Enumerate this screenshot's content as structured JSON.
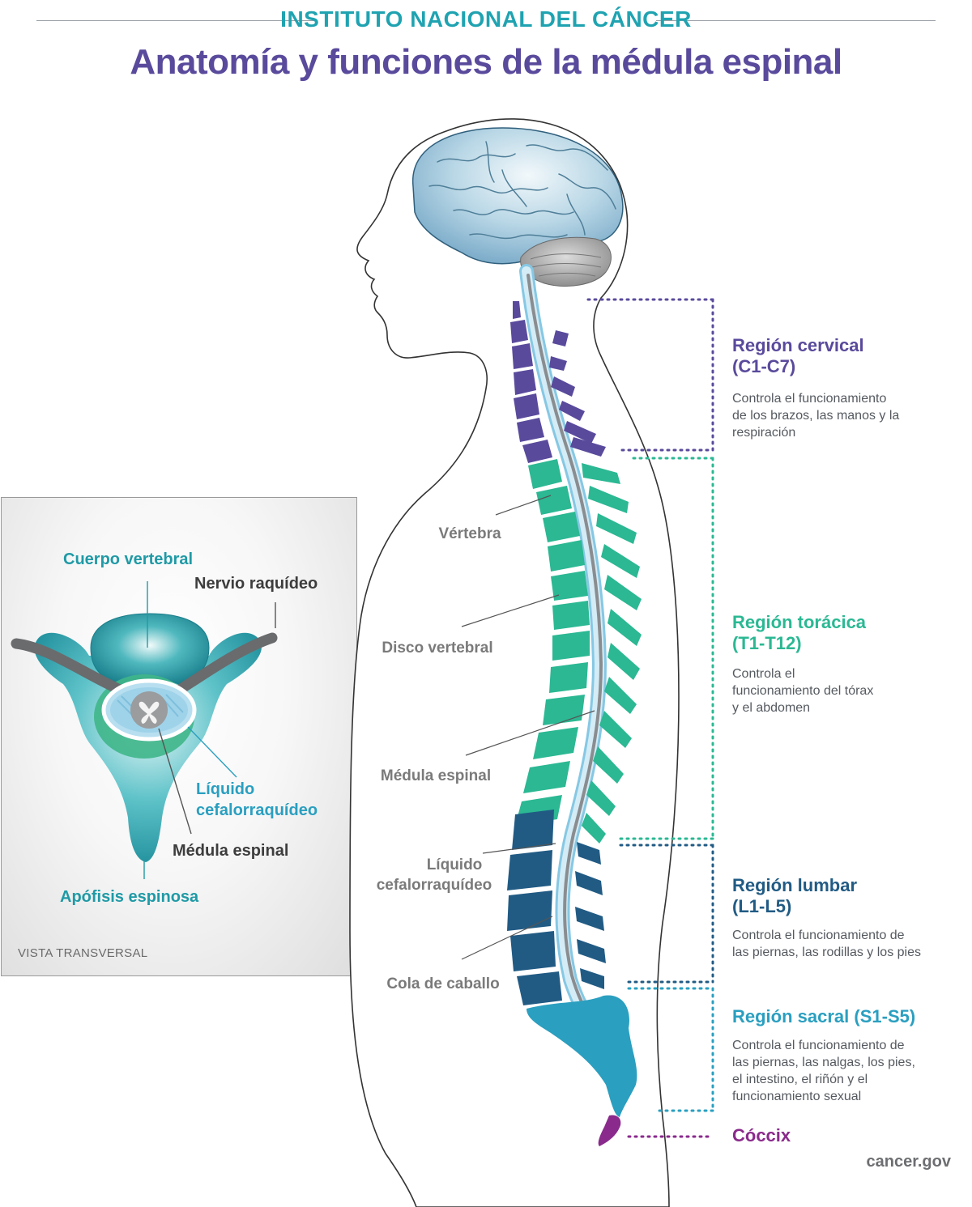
{
  "header": {
    "organization": "INSTITUTO NACIONAL DEL CÁNCER",
    "title": "Anatomía y funciones de la médula espinal"
  },
  "colors": {
    "teal_header": "#1fa3b1",
    "purple_title": "#5a4a9c",
    "cervical": "#5a4a9c",
    "thoracic": "#2bb893",
    "lumbar": "#215b84",
    "sacral": "#2a9fc0",
    "coccyx": "#8a2a8c"
  },
  "spine_labels": {
    "vertebra": "Vértebra",
    "disc": "Disco vertebral",
    "cord": "Médula espinal",
    "csf_line1": "Líquido",
    "csf_line2": "cefalorraquídeo",
    "cauda": "Cola de caballo"
  },
  "regions": {
    "cervical": {
      "title_line1": "Región cervical",
      "title_line2": "(C1-C7)",
      "desc_line1": "Controla el funcionamiento",
      "desc_line2": "de los brazos, las manos y la",
      "desc_line3": "respiración"
    },
    "thoracic": {
      "title_line1": "Región torácica",
      "title_line2": "(T1-T12)",
      "desc_line1": "Controla el",
      "desc_line2": "funcionamiento del tórax",
      "desc_line3": "y el abdomen"
    },
    "lumbar": {
      "title_line1": "Región lumbar",
      "title_line2": "(L1-L5)",
      "desc_line1": "Controla el funcionamiento de",
      "desc_line2": "las piernas, las rodillas y los pies"
    },
    "sacral": {
      "title": "Región sacral (S1-S5)",
      "desc_line1": "Controla el funcionamiento de",
      "desc_line2": "las piernas, las nalgas, los pies,",
      "desc_line3": "el intestino, el riñón y el",
      "desc_line4": "funcionamiento sexual"
    },
    "coccyx": {
      "title": "Cóccix"
    }
  },
  "inset": {
    "body": "Cuerpo vertebral",
    "nerve": "Nervio raquídeo",
    "csf_line1": "Líquido",
    "csf_line2": "cefalorraquídeo",
    "cord": "Médula espinal",
    "process": "Apófisis espinosa",
    "view": "VISTA TRANSVERSAL"
  },
  "footer": {
    "source": "cancer.gov"
  }
}
